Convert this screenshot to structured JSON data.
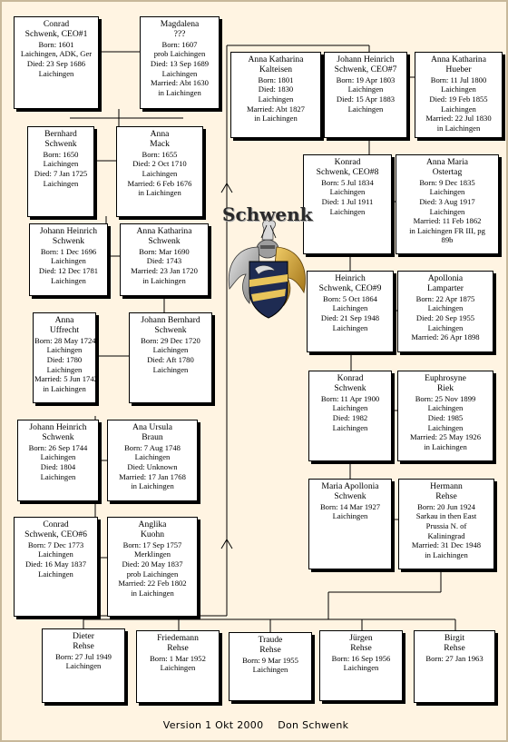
{
  "crest": {
    "label": "Schwenk"
  },
  "people": [
    {
      "id": "conrad-ceo1",
      "name": [
        "Conrad",
        "Schwenk, CEO#1"
      ],
      "lines": [
        "Born: 1601",
        "Laichingen, ADK, Ger",
        "Died: 23 Sep 1686",
        "Laichingen"
      ]
    },
    {
      "id": "magdalena",
      "name": [
        "Magdalena",
        "???"
      ],
      "lines": [
        "Born: 1607",
        "prob Laichingen",
        "Died: 13 Sep 1689",
        "Laichingen",
        "Married: Abt 1630",
        "in Laichingen"
      ]
    },
    {
      "id": "bernhard",
      "name": [
        "Bernhard",
        "Schwenk"
      ],
      "lines": [
        "Born: 1650",
        "Laichingen",
        "Died: 7 Jan 1725",
        "Laichingen"
      ]
    },
    {
      "id": "anna-mack",
      "name": [
        "Anna",
        "Mack"
      ],
      "lines": [
        "Born: 1655",
        "Died: 2 Oct 1710",
        "Laichingen",
        "Married: 6 Feb 1676",
        "in Laichingen"
      ]
    },
    {
      "id": "johann-heinrich-1696",
      "name": [
        "Johann Heinrich",
        "Schwenk"
      ],
      "lines": [
        "Born: 1 Dec 1696",
        "Laichingen",
        "Died: 12 Dec 1781",
        "Laichingen"
      ]
    },
    {
      "id": "anna-katharina-schwenk",
      "name": [
        "Anna Katharina",
        "Schwenk"
      ],
      "lines": [
        "Born: Mar 1690",
        "Died: 1743",
        "Married: 23 Jan 1720",
        "in Laichingen"
      ]
    },
    {
      "id": "anna-uffrecht",
      "name": [
        "Anna",
        "Uffrecht"
      ],
      "lines": [
        "Born: 28 May 1724",
        "Laichingen",
        "Died: 1780",
        "Laichingen",
        "Married: 5 Jun 1742",
        "in Laichingen"
      ]
    },
    {
      "id": "johann-bernhard",
      "name": [
        "Johann Bernhard",
        "Schwenk"
      ],
      "lines": [
        "Born: 29 Dec 1720",
        "Laichingen",
        "Died: Aft 1780",
        "Laichingen"
      ]
    },
    {
      "id": "johann-heinrich-1744",
      "name": [
        "Johann Heinrich",
        "Schwenk"
      ],
      "lines": [
        "Born: 26 Sep 1744",
        "Laichingen",
        "Died: 1804",
        "Laichingen"
      ]
    },
    {
      "id": "ana-ursula",
      "name": [
        "Ana Ursula",
        "Braun"
      ],
      "lines": [
        "Born: 7 Aug 1748",
        "Laichingen",
        "Died: Unknown",
        "Married: 17 Jan 1768",
        "in Laichingen"
      ]
    },
    {
      "id": "conrad-ceo6",
      "name": [
        "Conrad",
        "Schwenk, CEO#6"
      ],
      "lines": [
        "Born: 7 Dec 1773",
        "Laichingen",
        "Died: 16 May 1837",
        "Laichingen"
      ]
    },
    {
      "id": "anglika",
      "name": [
        "Anglika",
        "Kuohn"
      ],
      "lines": [
        "Born: 17 Sep 1757",
        "Merklingen",
        "Died: 20 May 1837",
        "prob Laichingen",
        "Married: 22 Feb 1802",
        "in Laichingen"
      ]
    },
    {
      "id": "anna-katharina-kalteisen",
      "name": [
        "Anna Katharina",
        "Kalteisen"
      ],
      "lines": [
        "Born: 1801",
        "Died: 1830",
        "Laichingen",
        "Married: Abt 1827",
        "in Laichingen"
      ]
    },
    {
      "id": "johann-heinrich-ceo7",
      "name": [
        "Johann Heinrich",
        "Schwenk, CEO#7"
      ],
      "lines": [
        "Born: 19 Apr 1803",
        "Laichingen",
        "Died: 15 Apr 1883",
        "Laichingen"
      ]
    },
    {
      "id": "anna-katharina-hueber",
      "name": [
        "Anna Katharina",
        "Hueber"
      ],
      "lines": [
        "Born: 11 Jul 1800",
        "Laichingen",
        "Died: 19 Feb 1855",
        "Laichingen",
        "Married: 22 Jul 1830",
        "in Laichingen"
      ]
    },
    {
      "id": "konrad-ceo8",
      "name": [
        "Konrad",
        "Schwenk, CEO#8"
      ],
      "lines": [
        "Born: 5 Jul 1834",
        "Laichingen",
        "Died: 1 Jul 1911",
        "Laichingen"
      ]
    },
    {
      "id": "anna-maria-ostertag",
      "name": [
        "Anna Maria",
        "Ostertag"
      ],
      "lines": [
        "Born: 9 Dec 1835",
        "Laichingen",
        "Died: 3 Aug 1917",
        "Laichingen",
        "Married: 11 Feb 1862",
        "in Laichingen   FR III, pg",
        "89b"
      ]
    },
    {
      "id": "heinrich-ceo9",
      "name": [
        "Heinrich",
        "Schwenk, CEO#9"
      ],
      "lines": [
        "Born: 5 Oct 1864",
        "Laichingen",
        "Died: 21 Sep 1948",
        "Laichingen"
      ]
    },
    {
      "id": "apollonia",
      "name": [
        "Apollonia",
        "Lamparter"
      ],
      "lines": [
        "Born: 22 Apr 1875",
        "Laichingen",
        "Died: 20 Sep 1955",
        "Laichingen",
        "Married: 26 Apr 1898"
      ]
    },
    {
      "id": "konrad-1900",
      "name": [
        "Konrad",
        "Schwenk"
      ],
      "lines": [
        "Born: 11 Apr 1900",
        "Laichingen",
        "Died: 1982",
        "Laichingen"
      ]
    },
    {
      "id": "euphrosyne",
      "name": [
        "Euphrosyne",
        "Riek"
      ],
      "lines": [
        "Born: 25 Nov 1899",
        "Laichingen",
        "Died: 1985",
        "Laichingen",
        "Married: 25 May 1926",
        "in Laichingen"
      ]
    },
    {
      "id": "maria-apollonia",
      "name": [
        "Maria Apollonia",
        "Schwenk"
      ],
      "lines": [
        "Born: 14 Mar 1927",
        "Laichingen"
      ]
    },
    {
      "id": "hermann",
      "name": [
        "Hermann",
        "Rehse"
      ],
      "lines": [
        "Born: 20 Jun 1924",
        "Sarkau in then East",
        "Prussia N. of",
        "Kaliningrad",
        "Married: 31 Dec 1948",
        "in Laichingen"
      ]
    },
    {
      "id": "dieter",
      "name": [
        "Dieter",
        "Rehse"
      ],
      "lines": [
        "Born: 27 Jul 1949",
        "Laichingen"
      ]
    },
    {
      "id": "friedemann",
      "name": [
        "Friedemann",
        "Rehse"
      ],
      "lines": [
        "Born: 1 Mar 1952",
        "Laichingen"
      ]
    },
    {
      "id": "traude",
      "name": [
        "Traude",
        "Rehse"
      ],
      "lines": [
        "Born: 9 Mar 1955",
        "Laichingen"
      ]
    },
    {
      "id": "juergen",
      "name": [
        "Jürgen",
        "Rehse"
      ],
      "lines": [
        "Born: 16 Sep 1956",
        "Laichingen"
      ]
    },
    {
      "id": "birgit",
      "name": [
        "Birgit",
        "Rehse"
      ],
      "lines": [
        "Born: 27 Jan 1963"
      ]
    }
  ],
  "footer": {
    "version": "Version 1 Okt 2000",
    "author": "Don Schwenk"
  }
}
